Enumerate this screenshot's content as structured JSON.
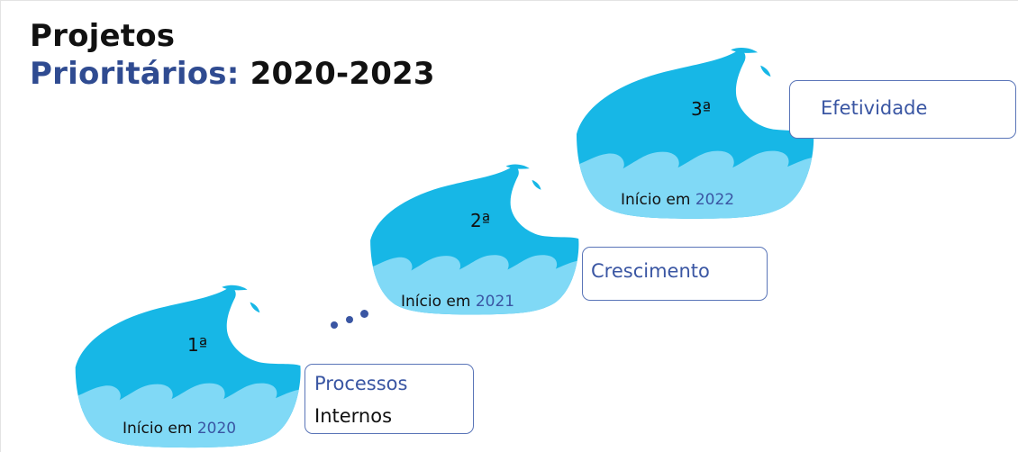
{
  "title": {
    "line1": "Projetos",
    "line2_accent": "Prioritários:",
    "line2_rest": "2020-2023"
  },
  "waves": [
    {
      "number": "1ª",
      "start_prefix": "Início em ",
      "start_year": "2020",
      "label_line1": "Processos",
      "label_line2": "Internos"
    },
    {
      "number": "2ª",
      "start_prefix": "Início em ",
      "start_year": "2021",
      "label_line1": "Crescimento"
    },
    {
      "number": "3ª",
      "start_prefix": "Início em ",
      "start_year": "2022",
      "label_line1": "Efetividade"
    }
  ],
  "colors": {
    "wave_dark": "#17b7e6",
    "wave_light": "#80d9f6",
    "accent_blue": "#3a56a3",
    "title_blue": "#2f4b91"
  },
  "icons": [
    "wave-icon",
    "splash-drop-icon",
    "ellipsis-dots-icon"
  ]
}
